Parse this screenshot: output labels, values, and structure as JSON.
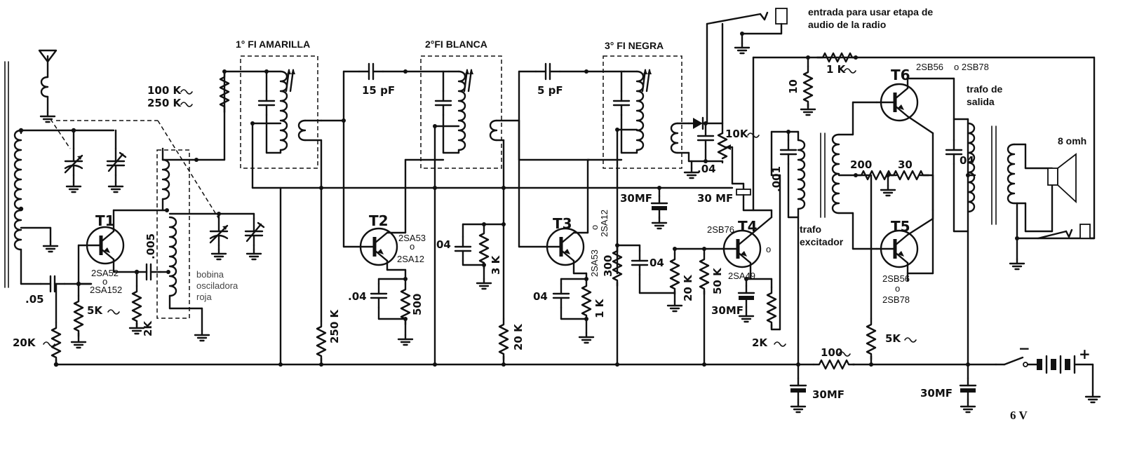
{
  "labels": {
    "if1": "1° FI  AMARILLA",
    "if2": "2°FI  BLANCA",
    "if3": "3° FI  NEGRA",
    "entrada1": "entrada para usar etapa de",
    "entrada2": "audio de la radio",
    "trafo_salida1": "trafo de",
    "trafo_salida2": "salida",
    "speaker": "8 omh",
    "trafo_exc1": "trafo",
    "trafo_exc2": "excitador",
    "bobina1": "bobina",
    "bobina2": "osciladora",
    "bobina3": "roja",
    "battery": "6  V",
    "plus": "+",
    "minus": "−"
  },
  "transistors": {
    "t1": "T1",
    "t1_a": "2SA52",
    "t1_o": "o",
    "t1_b": "2SA152",
    "t2": "T2",
    "t2_a": "2SA53",
    "t2_o": "o",
    "t2_b": "2SA12",
    "t3": "T3",
    "t3_a": "2SA53",
    "t3_o": "o",
    "t3_b": "2SA12",
    "t4": "T4",
    "t4_a": "2SB76",
    "t4_o": "o",
    "t4_b": "2SA49",
    "t5": "T5",
    "t5_a": "2SB56",
    "t5_o": "o",
    "t5_b": "2SB78",
    "t6": "T6",
    "t6_a": "2SB56",
    "t6_o": "o 2SB78"
  },
  "values": {
    "r_100k": "100 K",
    "r_250k_top": "250 K",
    "c_005": ".005",
    "c_05": ".05",
    "r_5k_t1": "5K",
    "r_20k_left": "20K",
    "r_2k_t1": "2K",
    "c_15pf": "15 pF",
    "c_5pf": "5 pF",
    "r_250k": "250 K",
    "c_04_t2": ".04",
    "r_500": "500",
    "c_04_if2": "04",
    "r_3k": "3 K",
    "r_20k_mid": "20 K",
    "c_04_t3": "04",
    "r_1k_t3": "1 K",
    "c_30mf_a": "30MF",
    "r_300": "300",
    "c_04_mid": "04",
    "r_20k_t4": "20 K",
    "c_04_det": ".04",
    "pot_10k": "10K",
    "c_30mf_b": "30 MF",
    "r_50k": "50 K",
    "c_30mf_t4": "30MF",
    "r_2k_t4": "2K",
    "r_10": "10",
    "r_1k_top": "1 K",
    "c_001": ".001",
    "r_200": "200",
    "r_30": "30",
    "c_04_out": "04",
    "r_5k_out": "5K",
    "r_100": "100",
    "c_30mf_c": "30MF",
    "c_30mf_d": "30MF"
  }
}
